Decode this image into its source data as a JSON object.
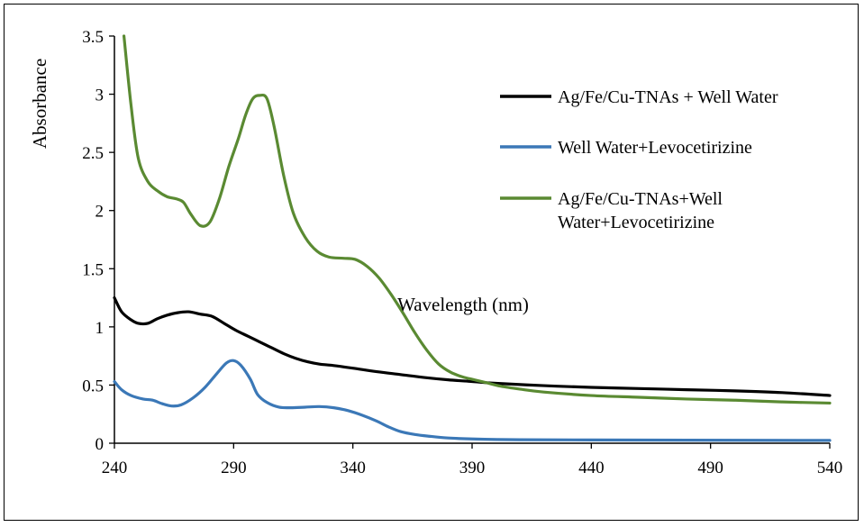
{
  "chart_data": {
    "type": "line",
    "title": "",
    "xlabel": "Wavelength (nm)",
    "ylabel": "Absorbance",
    "xlim": [
      240,
      540
    ],
    "ylim": [
      0,
      3.5
    ],
    "x_ticks": [
      240,
      290,
      340,
      390,
      440,
      490,
      540
    ],
    "x_tick_labels": [
      "240",
      "290",
      "340",
      "390",
      "440",
      "490",
      "540"
    ],
    "y_ticks": [
      0,
      0.5,
      1,
      1.5,
      2,
      2.5,
      3,
      3.5
    ],
    "y_tick_labels": [
      "0",
      "0.5",
      "1",
      "1.5",
      "2",
      "2.5",
      "3",
      "3.5"
    ],
    "grid": false,
    "legend_position": "top-right",
    "series": [
      {
        "name": "Ag/Fe/Cu-TNAs + Well Water",
        "legend_lines": [
          "Ag/Fe/Cu-TNAs + Well Water"
        ],
        "color": "#000000",
        "points": [
          [
            240,
            1.25
          ],
          [
            243,
            1.13
          ],
          [
            247,
            1.06
          ],
          [
            250,
            1.03
          ],
          [
            254,
            1.03
          ],
          [
            258,
            1.07
          ],
          [
            262,
            1.1
          ],
          [
            266,
            1.12
          ],
          [
            271,
            1.13
          ],
          [
            276,
            1.11
          ],
          [
            281,
            1.09
          ],
          [
            286,
            1.03
          ],
          [
            291,
            0.97
          ],
          [
            296,
            0.92
          ],
          [
            301,
            0.87
          ],
          [
            306,
            0.82
          ],
          [
            311,
            0.77
          ],
          [
            316,
            0.73
          ],
          [
            321,
            0.7
          ],
          [
            326,
            0.68
          ],
          [
            331,
            0.67
          ],
          [
            340,
            0.645
          ],
          [
            350,
            0.615
          ],
          [
            360,
            0.59
          ],
          [
            370,
            0.565
          ],
          [
            380,
            0.545
          ],
          [
            390,
            0.53
          ],
          [
            400,
            0.515
          ],
          [
            420,
            0.495
          ],
          [
            440,
            0.48
          ],
          [
            460,
            0.47
          ],
          [
            480,
            0.46
          ],
          [
            500,
            0.45
          ],
          [
            520,
            0.435
          ],
          [
            540,
            0.41
          ]
        ]
      },
      {
        "name": "Well Water+Levocetirizine",
        "legend_lines": [
          "Well Water+Levocetirizine"
        ],
        "color": "#3b78b7",
        "points": [
          [
            240,
            0.53
          ],
          [
            243,
            0.46
          ],
          [
            247,
            0.41
          ],
          [
            252,
            0.38
          ],
          [
            256,
            0.37
          ],
          [
            260,
            0.34
          ],
          [
            264,
            0.32
          ],
          [
            268,
            0.33
          ],
          [
            273,
            0.39
          ],
          [
            278,
            0.48
          ],
          [
            283,
            0.6
          ],
          [
            287,
            0.69
          ],
          [
            290,
            0.71
          ],
          [
            293,
            0.67
          ],
          [
            297,
            0.55
          ],
          [
            300,
            0.42
          ],
          [
            304,
            0.35
          ],
          [
            309,
            0.31
          ],
          [
            314,
            0.305
          ],
          [
            320,
            0.31
          ],
          [
            326,
            0.315
          ],
          [
            332,
            0.305
          ],
          [
            338,
            0.28
          ],
          [
            344,
            0.24
          ],
          [
            350,
            0.19
          ],
          [
            355,
            0.14
          ],
          [
            360,
            0.1
          ],
          [
            366,
            0.075
          ],
          [
            372,
            0.06
          ],
          [
            380,
            0.045
          ],
          [
            390,
            0.037
          ],
          [
            410,
            0.03
          ],
          [
            440,
            0.028
          ],
          [
            480,
            0.026
          ],
          [
            540,
            0.024
          ]
        ]
      },
      {
        "name": "Ag/Fe/Cu-TNAs+Well Water+Levocetirizine",
        "legend_lines": [
          "Ag/Fe/Cu-TNAs+Well",
          "Water+Levocetirizine"
        ],
        "color": "#5a8a32",
        "points": [
          [
            244,
            3.5
          ],
          [
            247,
            2.9
          ],
          [
            250,
            2.45
          ],
          [
            254,
            2.25
          ],
          [
            258,
            2.17
          ],
          [
            262,
            2.12
          ],
          [
            266,
            2.1
          ],
          [
            269,
            2.07
          ],
          [
            272,
            1.97
          ],
          [
            276,
            1.87
          ],
          [
            280,
            1.9
          ],
          [
            284,
            2.1
          ],
          [
            288,
            2.38
          ],
          [
            292,
            2.62
          ],
          [
            295,
            2.82
          ],
          [
            298,
            2.96
          ],
          [
            301,
            2.99
          ],
          [
            304,
            2.96
          ],
          [
            307,
            2.72
          ],
          [
            311,
            2.3
          ],
          [
            315,
            1.98
          ],
          [
            320,
            1.77
          ],
          [
            325,
            1.65
          ],
          [
            330,
            1.6
          ],
          [
            336,
            1.59
          ],
          [
            341,
            1.58
          ],
          [
            346,
            1.52
          ],
          [
            351,
            1.42
          ],
          [
            356,
            1.28
          ],
          [
            361,
            1.12
          ],
          [
            366,
            0.95
          ],
          [
            371,
            0.8
          ],
          [
            376,
            0.68
          ],
          [
            381,
            0.61
          ],
          [
            386,
            0.57
          ],
          [
            391,
            0.545
          ],
          [
            396,
            0.52
          ],
          [
            402,
            0.49
          ],
          [
            410,
            0.465
          ],
          [
            420,
            0.44
          ],
          [
            440,
            0.41
          ],
          [
            460,
            0.395
          ],
          [
            480,
            0.38
          ],
          [
            500,
            0.37
          ],
          [
            520,
            0.355
          ],
          [
            540,
            0.345
          ]
        ]
      }
    ]
  }
}
